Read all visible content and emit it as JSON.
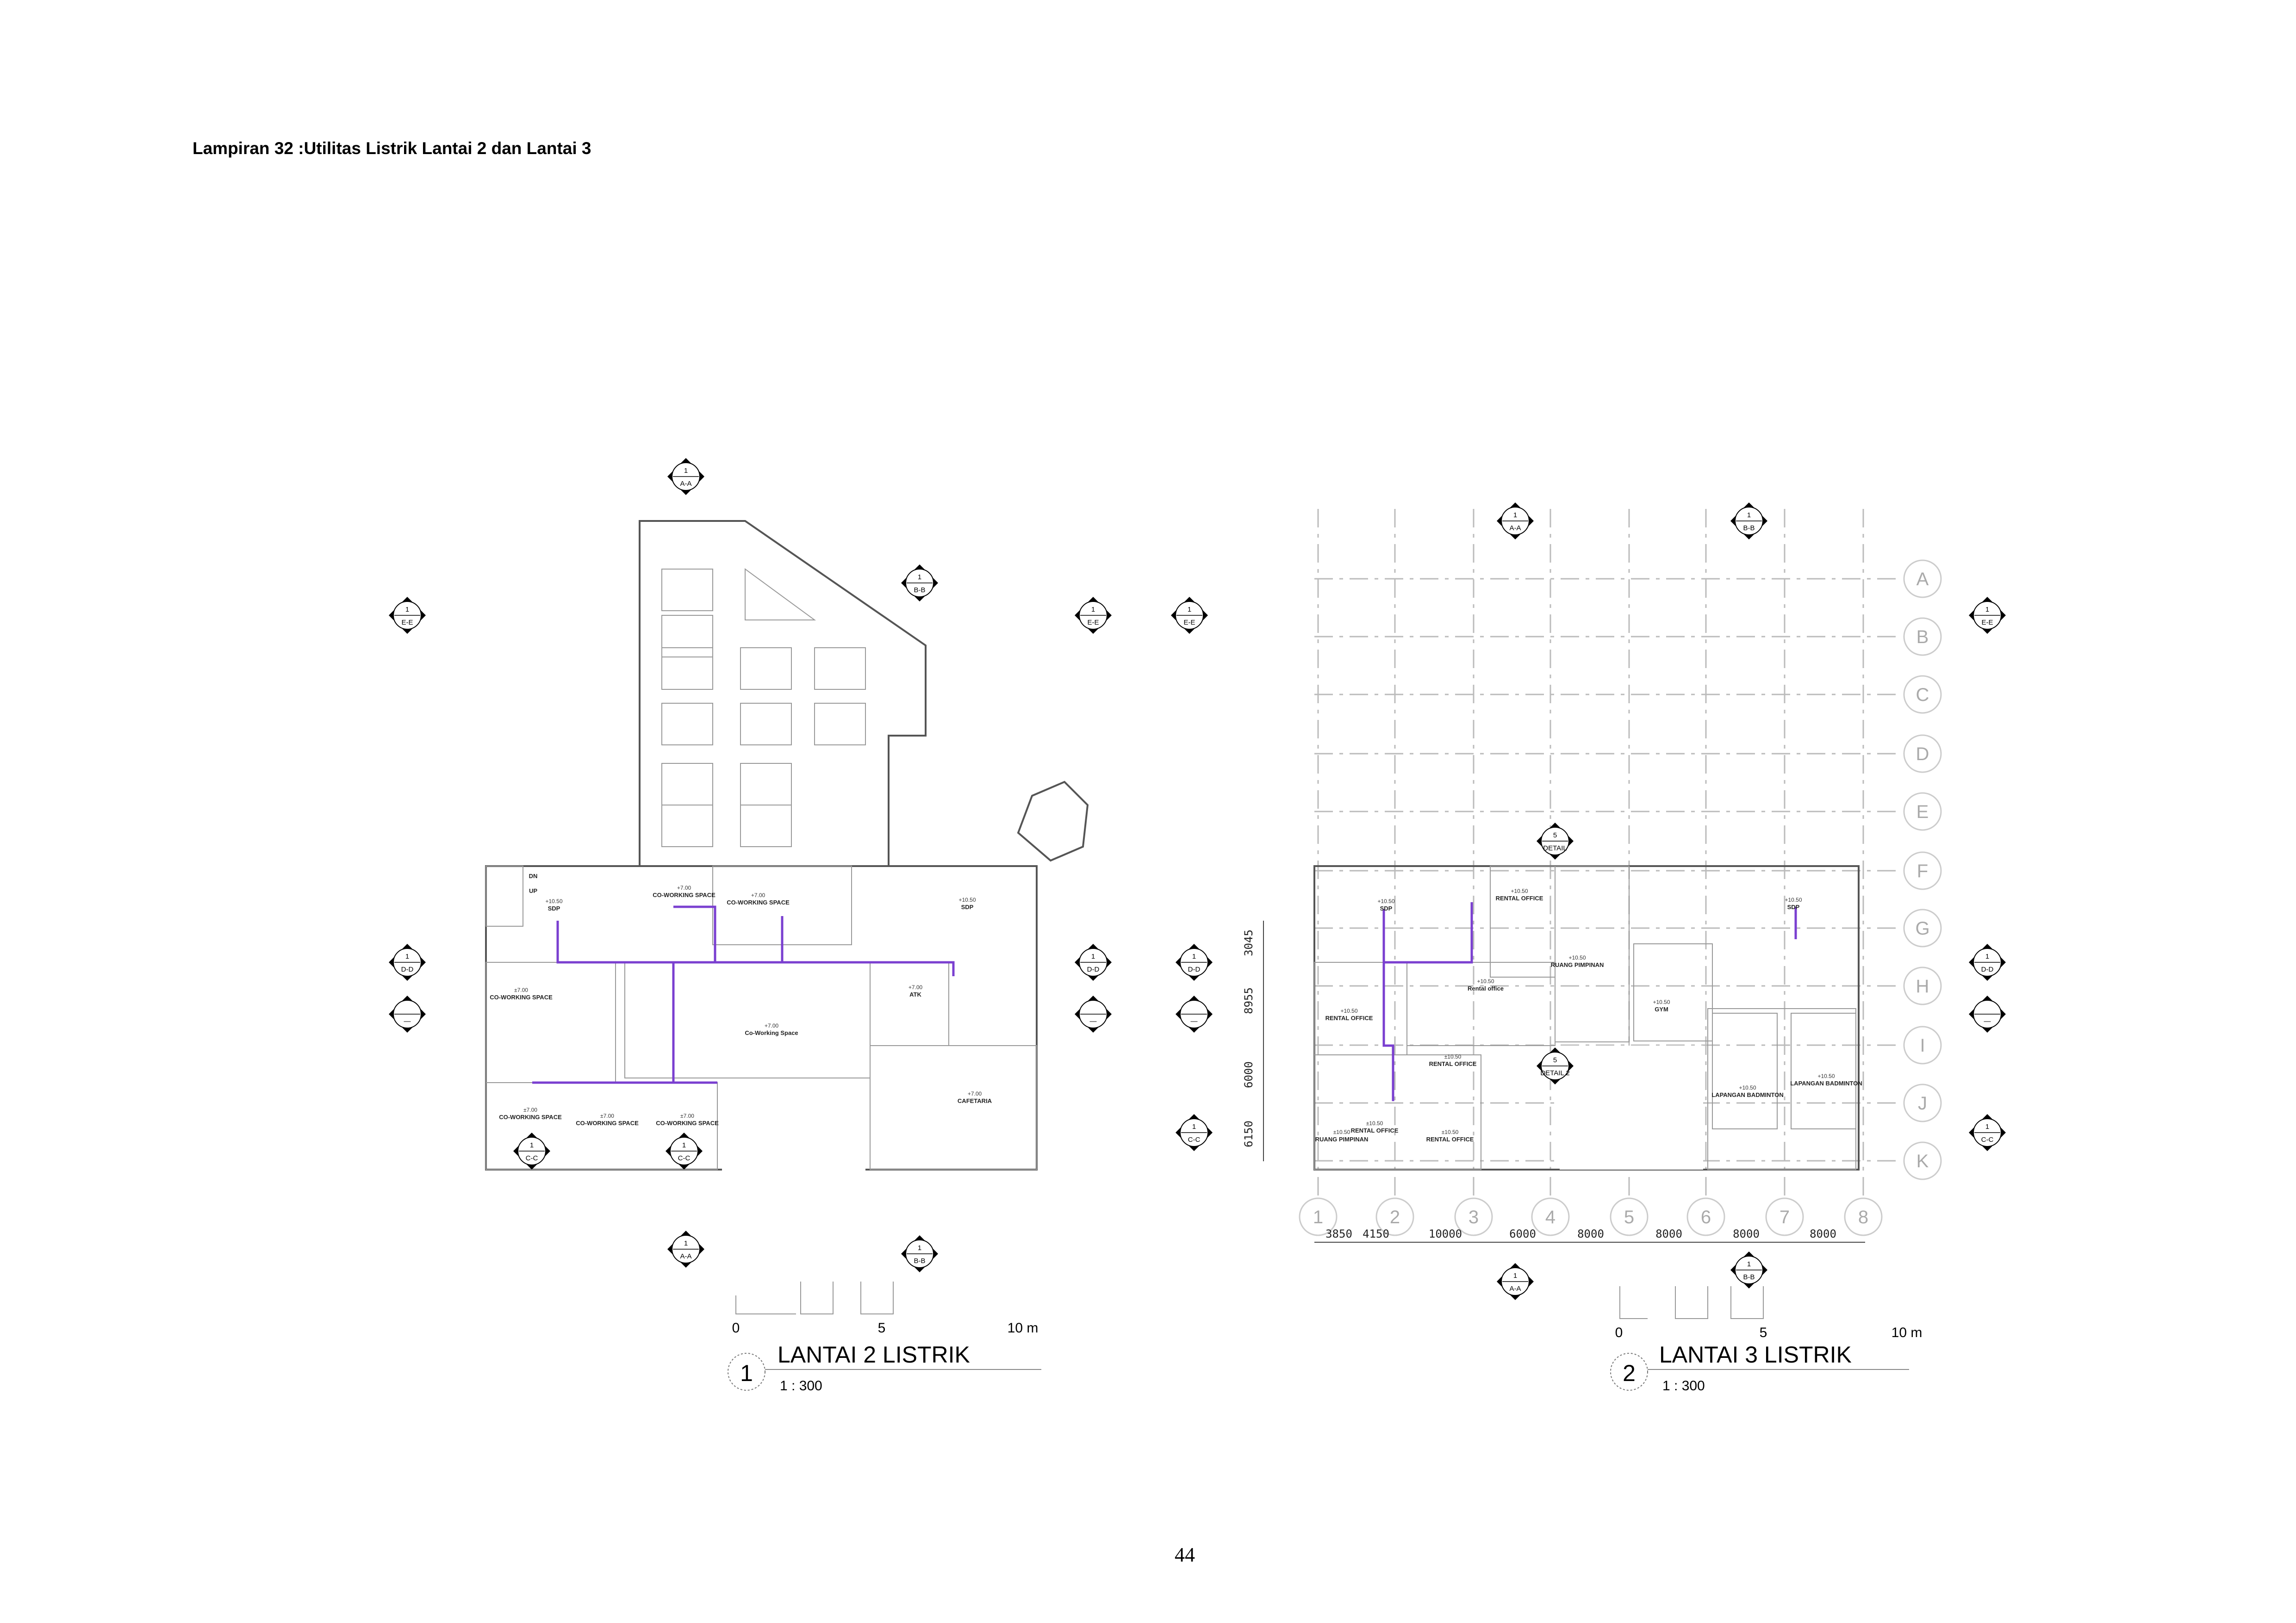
{
  "header": {
    "title": "Lampiran 32 :Utilitas Listrik Lantai 2 dan Lantai 3"
  },
  "page_number": "44",
  "colors": {
    "electrical_line": "#7a3fd0",
    "furniture_accent": "#d6d8b8"
  },
  "plan_left": {
    "view_number": "1",
    "title": "LANTAI 2 LISTRIK",
    "scale": "1 : 300",
    "scalebar": {
      "zero": "0",
      "mid": "5",
      "end": "10 m"
    },
    "markers": [
      {
        "num": "1",
        "label": "A-A"
      },
      {
        "num": "1",
        "label": "B-B"
      },
      {
        "num": "1",
        "label": "E-E"
      },
      {
        "num": "1",
        "label": "E-E"
      },
      {
        "num": "1",
        "label": "D-D"
      },
      {
        "num": "1",
        "label": "D-D"
      },
      {
        "num": "",
        "label": "—"
      },
      {
        "num": "",
        "label": "—"
      },
      {
        "num": "1",
        "label": "A-A"
      },
      {
        "num": "1",
        "label": "B-B"
      },
      {
        "num": "1",
        "label": "C-C"
      },
      {
        "num": "1",
        "label": "C-C"
      }
    ],
    "rooms": [
      {
        "name": "CO-WORKING SPACE",
        "level": "+7.00"
      },
      {
        "name": "CO-WORKING SPACE",
        "level": "+7.00"
      },
      {
        "name": "SDP",
        "level": "+10.50"
      },
      {
        "name": "SDP",
        "level": "+10.50"
      },
      {
        "name": "DN",
        "level": ""
      },
      {
        "name": "UP",
        "level": ""
      },
      {
        "name": "CO-WORKING SPACE",
        "level": "±7.00"
      },
      {
        "name": "Co-Working Space",
        "level": "+7.00"
      },
      {
        "name": "ATK",
        "level": "+7.00"
      },
      {
        "name": "CAFETARIA",
        "level": "+7.00"
      },
      {
        "name": "CO-WORKING SPACE",
        "level": "±7.00"
      },
      {
        "name": "CO-WORKING SPACE",
        "level": "±7.00"
      },
      {
        "name": "CO-WORKING SPACE",
        "level": "±7.00"
      }
    ]
  },
  "plan_right": {
    "view_number": "2",
    "title": "LANTAI 3 LISTRIK",
    "scale": "1 : 300",
    "scalebar": {
      "zero": "0",
      "mid": "5",
      "end": "10 m"
    },
    "markers": [
      {
        "num": "1",
        "label": "A-A"
      },
      {
        "num": "1",
        "label": "B-B"
      },
      {
        "num": "1",
        "label": "E-E"
      },
      {
        "num": "1",
        "label": "E-E"
      },
      {
        "num": "1",
        "label": "D-D"
      },
      {
        "num": "1",
        "label": "D-D"
      },
      {
        "num": "",
        "label": "—"
      },
      {
        "num": "",
        "label": "—"
      },
      {
        "num": "1",
        "label": "C-C"
      },
      {
        "num": "1",
        "label": "C-C"
      },
      {
        "num": "1",
        "label": "A-A"
      },
      {
        "num": "1",
        "label": "B-B"
      },
      {
        "num": "5",
        "label": "DETAIL"
      },
      {
        "num": "5",
        "label": "DETAIL 2"
      }
    ],
    "rooms": [
      {
        "name": "RENTAL OFFICE",
        "level": "+10.50"
      },
      {
        "name": "SDP",
        "level": "+10.50"
      },
      {
        "name": "SDP",
        "level": "+10.50"
      },
      {
        "name": "RUANG PIMPINAN",
        "level": "+10.50"
      },
      {
        "name": "Rental office",
        "level": "+10.50"
      },
      {
        "name": "RENTAL OFFICE",
        "level": "+10.50"
      },
      {
        "name": "GYM",
        "level": "+10.50"
      },
      {
        "name": "RENTAL OFFICE",
        "level": "±10.50"
      },
      {
        "name": "LAPANGAN BADMINTON",
        "level": "+10.50"
      },
      {
        "name": "LAPANGAN BADMINTON",
        "level": "+10.50"
      },
      {
        "name": "RUANG PIMPINAN",
        "level": "±10.50"
      },
      {
        "name": "RENTAL OFFICE",
        "level": "±10.50"
      },
      {
        "name": "RENTAL OFFICE",
        "level": "±10.50"
      }
    ],
    "grid_rows": [
      "A",
      "B",
      "C",
      "D",
      "E",
      "F",
      "G",
      "H",
      "I",
      "J",
      "K"
    ],
    "grid_cols": [
      "1",
      "2",
      "3",
      "4",
      "5",
      "6",
      "7",
      "8"
    ],
    "dims_vertical": [
      "3045",
      "8955",
      "6000",
      "6150"
    ],
    "dims_horizontal": [
      "3850",
      "4150",
      "10000",
      "6000",
      "8000",
      "8000",
      "8000",
      "8000"
    ]
  }
}
